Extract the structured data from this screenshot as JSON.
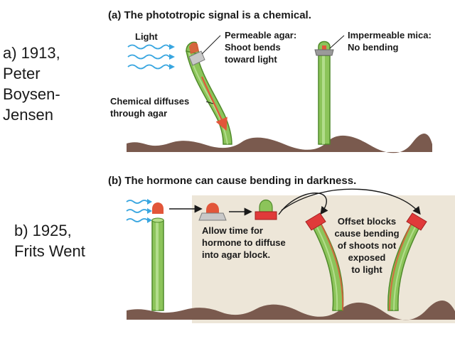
{
  "side_labels": {
    "a_text": "a) 1913,\nPeter\nBoysen-\nJensen",
    "b_text": "b) 1925,\nFrits Went"
  },
  "panel_a": {
    "title": "(a) The phototropic signal is a chemical.",
    "light_label": "Light",
    "agar_label_line1": "Permeable agar:",
    "agar_label_line2": "Shoot bends",
    "agar_label_line3": "toward light",
    "mica_label_line1": "Impermeable mica:",
    "mica_label_line2": "No bending",
    "diffuse_label_line1": "Chemical diffuses",
    "diffuse_label_line2": "through agar"
  },
  "panel_b": {
    "title": "(b) The hormone can cause bending in darkness.",
    "allow_line1": "Allow time for",
    "allow_line2": "hormone to diffuse",
    "allow_line3": "into agar block.",
    "offset_line1": "Offset blocks",
    "offset_line2": "cause bending",
    "offset_line3": "of shoots not",
    "offset_line4": "exposed",
    "offset_line5": "to light"
  },
  "colors": {
    "shoot_green": "#8cc45a",
    "shoot_dark": "#4f8a2a",
    "tip_orange": "#e2563a",
    "soil": "#7a5a4e",
    "dark_panel": "#ede6d8",
    "light_blue": "#39a6e0",
    "agar_gray": "#b8b8b8",
    "offset_red": "#e03a3a"
  }
}
